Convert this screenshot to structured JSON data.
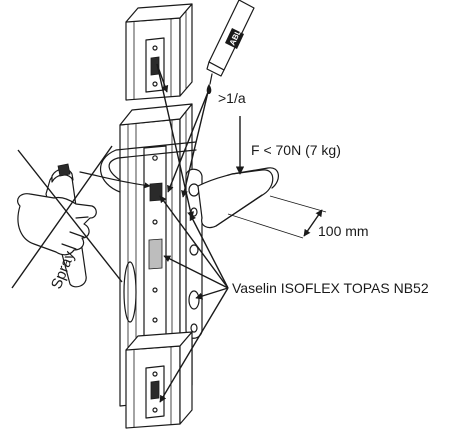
{
  "labels": {
    "interval": ">1/a",
    "force": "F < 70N (7 kg)",
    "distance": "100 mm",
    "lubricant": "Vaselin ISOFLEX TOPAS NB52",
    "spray": "Spray",
    "oil_can_brand": "ABLOY"
  },
  "icons": {
    "oil_can": "oil-can-icon",
    "spray_prohibited": "no-spray-icon",
    "force_arrow": "down-arrow-icon"
  }
}
